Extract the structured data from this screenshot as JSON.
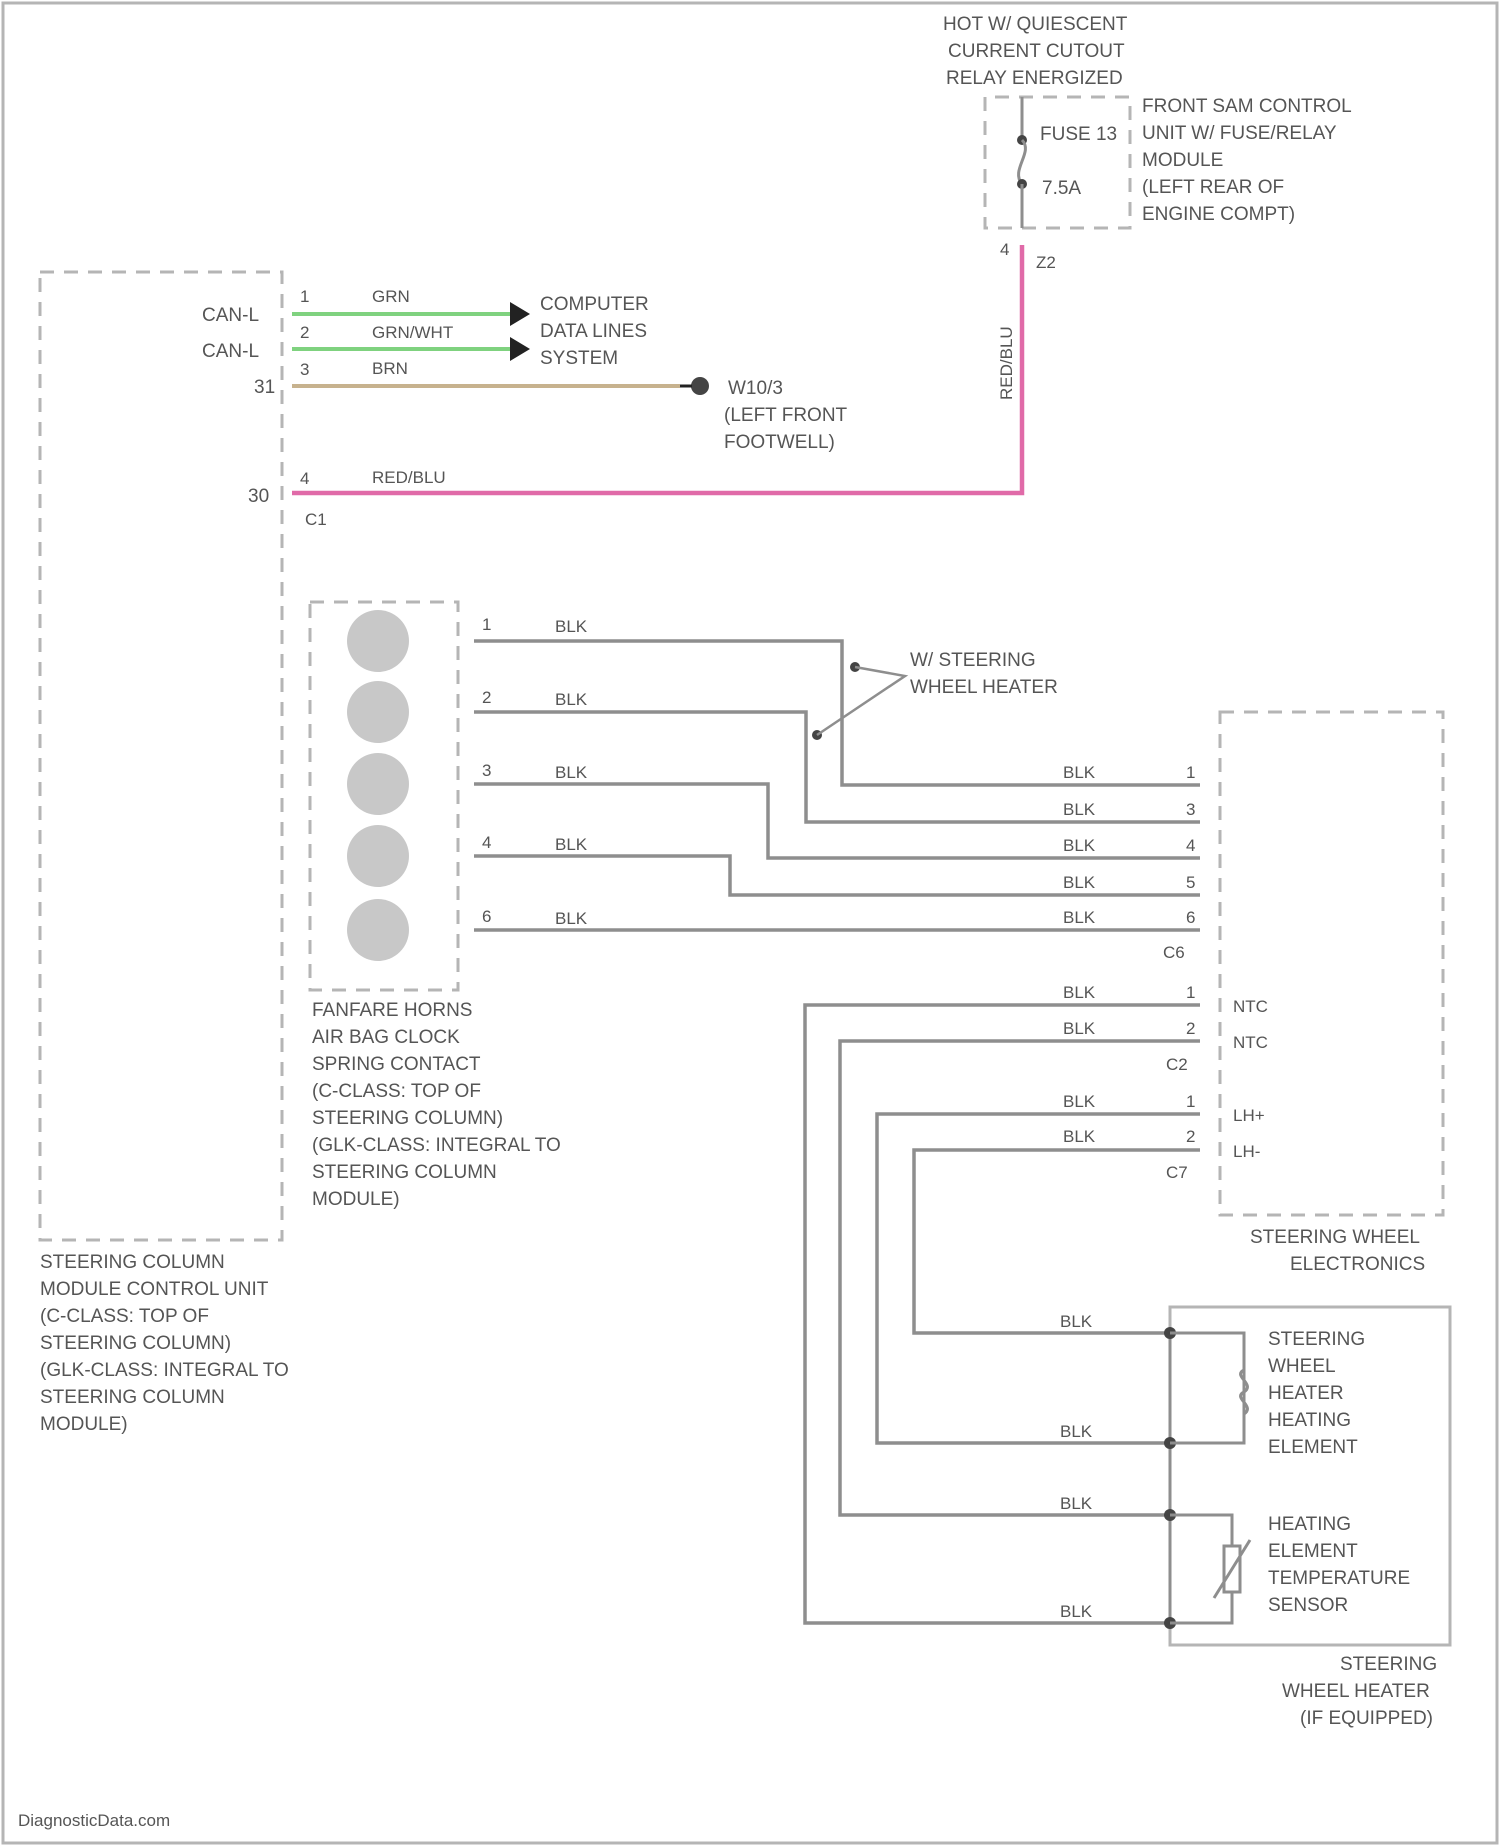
{
  "hot_label": [
    "HOT W/ QUIESCENT",
    "CURRENT CUTOUT",
    "RELAY ENERGIZED"
  ],
  "fuse": {
    "name": "FUSE 13",
    "rating": "7.5A"
  },
  "front_sam": [
    "FRONT SAM CONTROL",
    "UNIT W/ FUSE/RELAY",
    "MODULE",
    "(LEFT REAR OF",
    "ENGINE COMPT)"
  ],
  "pink_wire": {
    "color": "RED/BLU",
    "connector": "Z2",
    "pin": "4"
  },
  "can": {
    "pins": [
      {
        "label": "CAN-L",
        "pin": "1",
        "color": "GRN"
      },
      {
        "label": "CAN-L",
        "pin": "2",
        "color": "GRN/WHT"
      },
      {
        "label": "31",
        "pin": "3",
        "color": "BRN"
      },
      {
        "label": "30",
        "pin": "4",
        "color": "RED/BLU"
      }
    ],
    "connector": "C1",
    "computer": [
      "COMPUTER",
      "DATA LINES",
      "SYSTEM"
    ],
    "ground": [
      "W10/3",
      "(LEFT FRONT",
      "FOOTWELL)"
    ]
  },
  "horn_pins": [
    {
      "pin": "1",
      "color": "BLK"
    },
    {
      "pin": "2",
      "color": "BLK"
    },
    {
      "pin": "3",
      "color": "BLK"
    },
    {
      "pin": "4",
      "color": "BLK"
    },
    {
      "pin": "6",
      "color": "BLK"
    }
  ],
  "steering_heater_note": [
    "W/ STEERING",
    "WHEEL HEATER"
  ],
  "c6": {
    "connector": "C6",
    "pins": [
      "1",
      "3",
      "4",
      "5",
      "6"
    ],
    "color": "BLK"
  },
  "c2": {
    "connector": "C2",
    "pins": [
      "1",
      "2"
    ],
    "labels": [
      "NTC",
      "NTC"
    ],
    "color": "BLK"
  },
  "c7": {
    "connector": "C7",
    "pins": [
      "1",
      "2"
    ],
    "labels": [
      "LH+",
      "LH-"
    ],
    "color": "BLK"
  },
  "fanfare": [
    "FANFARE HORNS",
    "AIR BAG CLOCK",
    "SPRING CONTACT",
    "(C-CLASS: TOP OF",
    "STEERING COLUMN)",
    "(GLK-CLASS: INTEGRAL TO",
    "STEERING COLUMN",
    "MODULE)"
  ],
  "sccm": [
    "STEERING COLUMN",
    "MODULE CONTROL UNIT",
    "(C-CLASS: TOP OF",
    "STEERING COLUMN)",
    "(GLK-CLASS: INTEGRAL TO",
    "STEERING COLUMN",
    "MODULE)"
  ],
  "sw_electronics": [
    "STEERING WHEEL",
    "ELECTRONICS"
  ],
  "heater_element": [
    "STEERING",
    "WHEEL",
    "HEATER",
    "HEATING",
    "ELEMENT"
  ],
  "temp_sensor": [
    "HEATING",
    "ELEMENT",
    "TEMPERATURE",
    "SENSOR"
  ],
  "sw_heater": [
    "STEERING",
    "WHEEL HEATER",
    "(IF EQUIPPED)"
  ],
  "heater_wires": [
    "BLK",
    "BLK",
    "BLK",
    "BLK"
  ],
  "watermark": "DiagnosticData.com"
}
